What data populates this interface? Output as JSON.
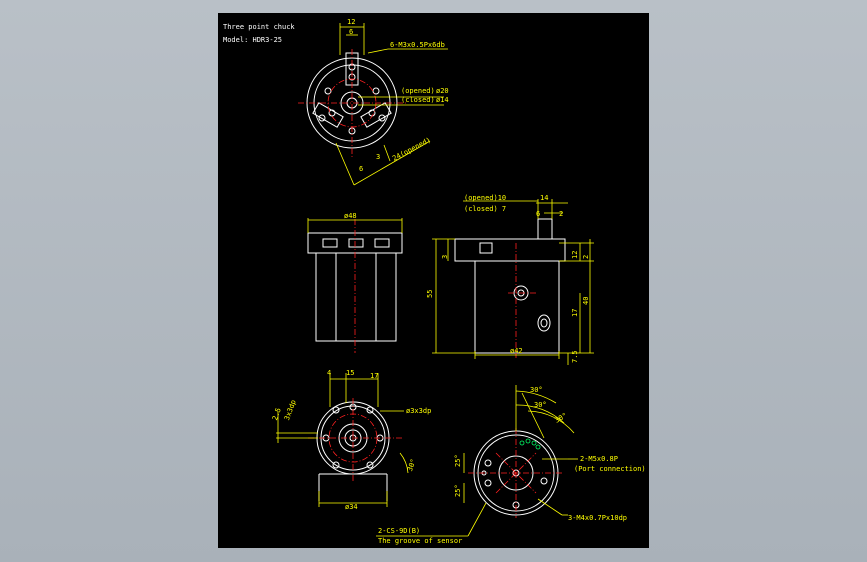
{
  "title": {
    "line1": "Three point chuck",
    "line2": "Model: HDR3-25"
  },
  "top_view": {
    "dim_12": "12",
    "dim_6": "6",
    "thread_note": "6-M3x0.5Px6db",
    "opened_label": "(opened)",
    "opened_dia": "ø20",
    "closed_label": "(closed)",
    "closed_dia": "ø14",
    "dim_6b": "6",
    "dim_3": "3",
    "dim_24": "24(opened)"
  },
  "front_view": {
    "dim_48": "ø48"
  },
  "side_view": {
    "opened_10": "(opened)10",
    "closed_7": "(closed) 7",
    "dim_14": "14",
    "dim_6": "6",
    "dim_2": "2",
    "dim_3": "3",
    "dim_55": "55",
    "dim_12": "12",
    "dim_2b": "2",
    "dim_40": "40",
    "dim_17": "17",
    "dim_42": "ø42",
    "dim_75": "7.5"
  },
  "bottom_left": {
    "dim_4": "4",
    "dim_15": "15",
    "dim_17": "17",
    "dim_25": "2.5",
    "dim_34dp": "3x3dp",
    "hole_note": "ø3x3dp",
    "angle_30": "30°",
    "dim_34": "ø34"
  },
  "bottom_right": {
    "angle_30a": "30°",
    "angle_30b": "30°",
    "angle_30c": "30°",
    "angle_25a": "25°",
    "angle_25b": "25°",
    "port_note": "2-M5x0.8P",
    "port_desc": "(Port connection)",
    "m4_note": "3-M4x0.7Px10dp"
  },
  "groove": {
    "note": "2-CS-9D(B)",
    "desc": "The groove of sensor"
  },
  "colors": {
    "background": "#000000",
    "outline": "#ffffff",
    "dimension": "#ffff00",
    "centerline": "#ff2020",
    "panel": "#b9c0c7"
  }
}
